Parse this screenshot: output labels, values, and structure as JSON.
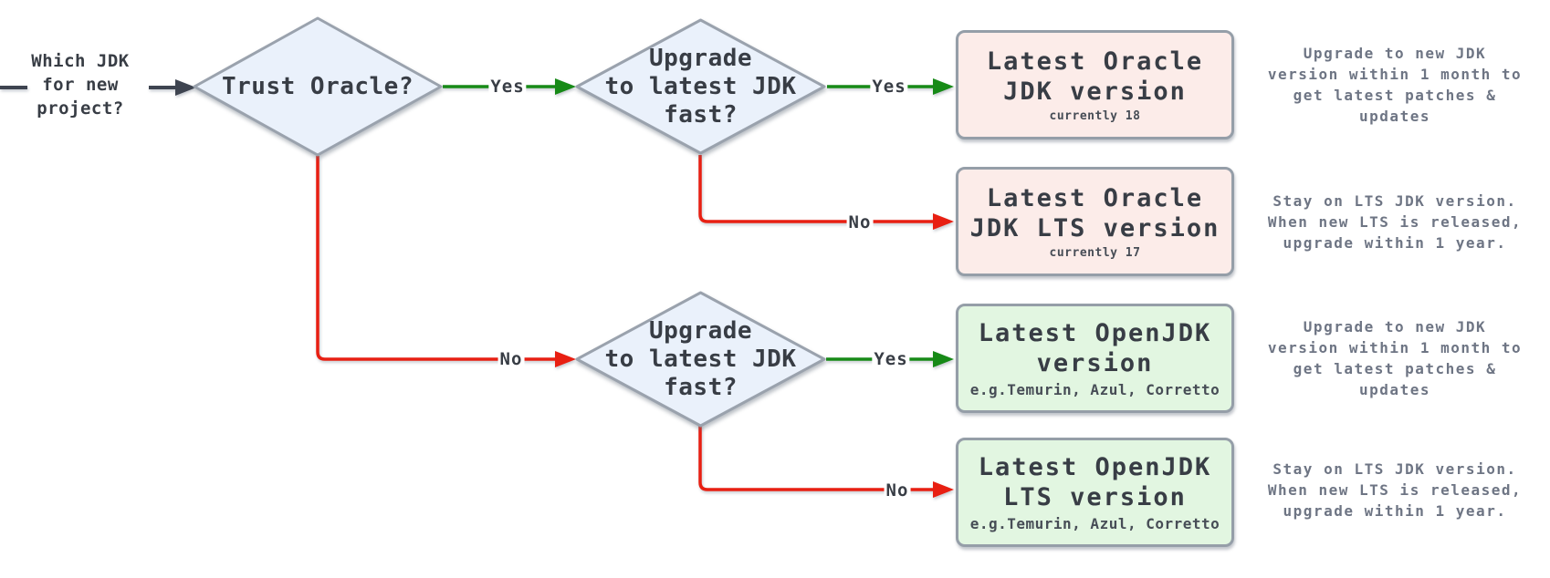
{
  "colors": {
    "canvas_bg": "#ffffff",
    "node_fill": "#eaf1fb",
    "node_stroke": "#9aa2ad",
    "oracle_fill": "#fcece9",
    "openjdk_fill": "#e2f6e1",
    "box_stroke": "#959ea8",
    "edge_yes": "#178a17",
    "edge_no": "#e81f12",
    "edge_dark": "#3e4450",
    "text_dark": "#383d45",
    "text_muted": "#6e7584"
  },
  "start": {
    "label": "Which JDK\nfor new\nproject?"
  },
  "decisions": [
    {
      "label": "Trust Oracle?"
    },
    {
      "label": "Upgrade\nto latest JDK\nfast?"
    },
    {
      "label": "Upgrade\nto latest JDK\nfast?"
    }
  ],
  "edges": {
    "trust_yes": "Yes",
    "trust_no": "No",
    "oracle_fast_yes": "Yes",
    "oracle_fast_no": "No",
    "openjdk_fast_yes": "Yes",
    "openjdk_fast_no": "No"
  },
  "results": [
    {
      "title": "Latest Oracle\nJDK version",
      "subtitle": "currently 18"
    },
    {
      "title": "Latest Oracle\nJDK LTS version",
      "subtitle": "currently 17"
    },
    {
      "title": "Latest OpenJDK\nversion",
      "subtitle": "e.g.Temurin, Azul, Corretto"
    },
    {
      "title": "Latest OpenJDK\nLTS version",
      "subtitle": "e.g.Temurin, Azul, Corretto"
    }
  ],
  "annotations": [
    {
      "text": "Upgrade to new JDK\nversion within 1 month to\nget latest patches &\nupdates"
    },
    {
      "text": "Stay on LTS JDK version.\nWhen new LTS is released,\nupgrade within 1 year."
    },
    {
      "text": "Upgrade to new JDK\nversion within 1 month to\nget latest patches &\nupdates"
    },
    {
      "text": "Stay on LTS JDK version.\nWhen new LTS is released,\nupgrade within 1 year."
    }
  ]
}
